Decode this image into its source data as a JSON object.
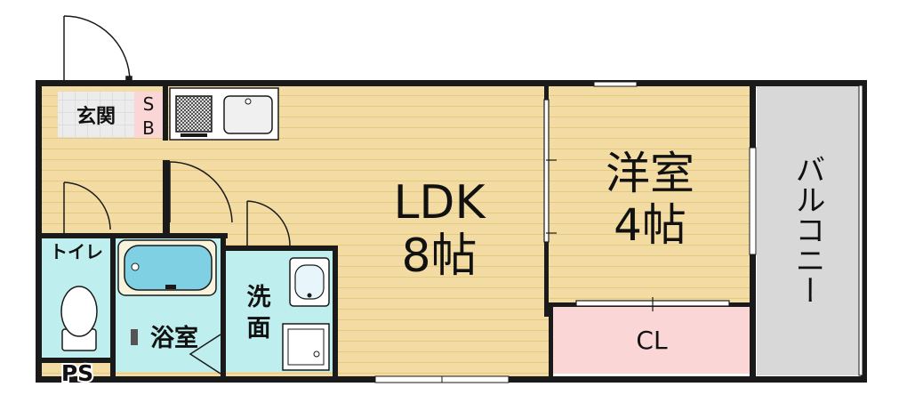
{
  "rooms": {
    "genkan": "玄関",
    "sb_top": "S",
    "sb_bottom": "B",
    "ldk_name": "LDK",
    "ldk_size": "8帖",
    "youshitsu_name": "洋室",
    "youshitsu_size": "4帖",
    "balcony": "バルコニー",
    "toilet": "トイレ",
    "bath": "浴室",
    "washroom_1": "洗",
    "washroom_2": "面",
    "closet": "CL",
    "pipe_space": "PS"
  },
  "colors": {
    "floor_wood": "#f3dca3",
    "floor_stripe": "#e6c97d",
    "wet_area": "#bfeeee",
    "closet": "#fbd6d6",
    "balcony": "#d8d8d8",
    "wall": "#1a1a1a",
    "genkan_tile": "#e8e8e8"
  }
}
